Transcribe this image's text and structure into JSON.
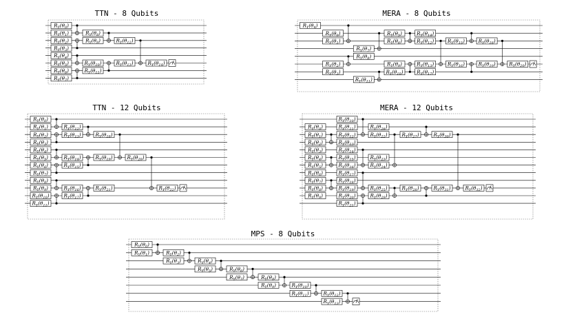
{
  "circuits": [
    {
      "id": "ttn8",
      "title": "TTN - 8 Qubits",
      "n_qubits": 8,
      "columns": [
        {
          "gates": [
            [
              0,
              "θ0"
            ],
            [
              1,
              "θ1"
            ],
            [
              2,
              "θ2"
            ],
            [
              3,
              "θ3"
            ],
            [
              4,
              "θ4"
            ],
            [
              5,
              "θ5"
            ],
            [
              6,
              "θ6"
            ],
            [
              7,
              "θ7"
            ]
          ]
        },
        {
          "cx": [
            [
              0,
              1
            ],
            [
              3,
              2
            ],
            [
              4,
              5
            ],
            [
              7,
              6
            ]
          ]
        },
        {
          "gates": [
            [
              1,
              "θ8"
            ],
            [
              2,
              "θ9"
            ],
            [
              5,
              "θ10"
            ],
            [
              6,
              "θ11"
            ]
          ]
        },
        {
          "cx": [
            [
              1,
              2
            ],
            [
              6,
              5
            ]
          ]
        },
        {
          "gates": [
            [
              2,
              "θ12"
            ],
            [
              5,
              "θ13"
            ]
          ]
        },
        {
          "cx": [
            [
              2,
              5
            ]
          ]
        },
        {
          "gates": [
            [
              5,
              "θ14"
            ]
          ]
        },
        {
          "measure": [
            5
          ]
        }
      ]
    },
    {
      "id": "mera8",
      "title": "MERA - 8 Qubits",
      "n_qubits": 8,
      "columns": [
        {
          "gates": [
            [
              0,
              "θ4"
            ]
          ]
        },
        {
          "gates": [
            [
              1,
              "θ0"
            ],
            [
              2,
              "θ1"
            ],
            [
              5,
              "θ2"
            ],
            [
              6,
              "θ3"
            ]
          ]
        },
        {
          "cx": [
            [
              0,
              2
            ],
            [
              4,
              5
            ]
          ]
        },
        {
          "gates": [
            [
              3,
              "θ7"
            ],
            [
              4,
              "θ8"
            ],
            [
              7,
              "θ11"
            ]
          ]
        },
        {
          "cx": [
            [
              1,
              3
            ],
            [
              6,
              7
            ]
          ]
        },
        {
          "gates": [
            [
              1,
              "θ5"
            ],
            [
              2,
              "θ6"
            ],
            [
              5,
              "θ9"
            ],
            [
              6,
              "θ10"
            ]
          ]
        },
        {
          "cx": [
            [
              1,
              2
            ],
            [
              6,
              5
            ]
          ]
        },
        {
          "gates": [
            [
              1,
              "θ14"
            ],
            [
              2,
              "θ12"
            ],
            [
              5,
              "θ13"
            ],
            [
              6,
              "θ17"
            ]
          ]
        },
        {
          "cx": [
            [
              2,
              5
            ]
          ]
        },
        {
          "gates": [
            [
              2,
              "θ15"
            ],
            [
              5,
              "θ16"
            ]
          ]
        },
        {
          "cx": [
            [
              1,
              2
            ],
            [
              6,
              5
            ]
          ]
        },
        {
          "gates": [
            [
              2,
              "θ18"
            ],
            [
              5,
              "θ19"
            ]
          ]
        },
        {
          "cx": [
            [
              2,
              5
            ]
          ]
        },
        {
          "gates": [
            [
              5,
              "θ20"
            ]
          ]
        },
        {
          "measure": [
            5
          ]
        }
      ]
    },
    {
      "id": "ttn12",
      "title": "TTN - 12 Qubits",
      "n_qubits": 12,
      "columns": [
        {
          "gates": [
            [
              0,
              "θ0"
            ],
            [
              1,
              "θ1"
            ],
            [
              2,
              "θ2"
            ],
            [
              3,
              "θ3"
            ],
            [
              4,
              "θ4"
            ],
            [
              5,
              "θ5"
            ],
            [
              6,
              "θ6"
            ],
            [
              7,
              "θ7"
            ],
            [
              8,
              "θ8"
            ],
            [
              9,
              "θ9"
            ],
            [
              10,
              "θ10"
            ],
            [
              11,
              "θ11"
            ]
          ]
        },
        {
          "cx": [
            [
              0,
              1
            ],
            [
              3,
              2
            ],
            [
              4,
              5
            ],
            [
              7,
              6
            ],
            [
              8,
              9
            ],
            [
              11,
              10
            ]
          ]
        },
        {
          "gates": [
            [
              1,
              "θ12"
            ],
            [
              2,
              "θ13"
            ],
            [
              5,
              "θ14"
            ],
            [
              6,
              "θ15"
            ],
            [
              9,
              "θ16"
            ],
            [
              10,
              "θ17"
            ]
          ]
        },
        {
          "cx": [
            [
              1,
              2
            ],
            [
              6,
              5
            ],
            [
              10,
              9
            ]
          ]
        },
        {
          "gates": [
            [
              2,
              "θ18"
            ],
            [
              5,
              "θ19"
            ],
            [
              9,
              "θ21"
            ]
          ]
        },
        {
          "cx": [
            [
              2,
              5
            ]
          ]
        },
        {
          "gates": [
            [
              5,
              "θ20"
            ]
          ]
        },
        {
          "cx": [
            [
              5,
              9
            ]
          ]
        },
        {
          "gates": [
            [
              9,
              "θ22"
            ]
          ]
        },
        {
          "measure": [
            9
          ]
        }
      ]
    },
    {
      "id": "mera12",
      "title": "MERA - 12 Qubits",
      "n_qubits": 12,
      "columns": [
        {
          "gates": [
            [
              1,
              "θ0"
            ],
            [
              2,
              "θ1"
            ],
            [
              3,
              "θ2"
            ],
            [
              4,
              "θ3"
            ],
            [
              5,
              "θ4"
            ],
            [
              6,
              "θ5"
            ],
            [
              7,
              "θ6"
            ],
            [
              8,
              "θ7"
            ],
            [
              9,
              "θ8"
            ],
            [
              10,
              "θ9"
            ]
          ]
        },
        {
          "cx": [
            [
              2,
              3
            ],
            [
              5,
              6
            ],
            [
              8,
              9
            ]
          ]
        },
        {
          "gates": [
            [
              0,
              "θ10"
            ],
            [
              1,
              "θ11"
            ],
            [
              2,
              "θ12"
            ],
            [
              3,
              "θ13"
            ],
            [
              4,
              "θ14"
            ],
            [
              5,
              "θ15"
            ],
            [
              6,
              "θ16"
            ],
            [
              7,
              "θ17"
            ],
            [
              8,
              "θ18"
            ],
            [
              9,
              "θ19"
            ],
            [
              10,
              "θ20"
            ],
            [
              11,
              "θ21"
            ]
          ]
        },
        {
          "cx": [
            [
              0,
              2
            ],
            [
              4,
              6
            ],
            [
              7,
              9
            ],
            [
              11,
              10
            ]
          ]
        },
        {
          "gates": [
            [
              1,
              "θ26"
            ],
            [
              2,
              "θ22"
            ],
            [
              5,
              "θ23"
            ],
            [
              6,
              "θ24"
            ],
            [
              9,
              "θ25"
            ],
            [
              10,
              "θ29"
            ]
          ]
        },
        {
          "cx": [
            [
              2,
              6
            ],
            [
              9,
              10
            ]
          ]
        },
        {
          "gates": [
            [
              2,
              "θ27"
            ],
            [
              9,
              "θ28"
            ]
          ]
        },
        {
          "cx": [
            [
              1,
              2
            ],
            [
              10,
              9
            ]
          ]
        },
        {
          "gates": [
            [
              2,
              "θ30"
            ],
            [
              9,
              "θ31"
            ]
          ]
        },
        {
          "cx": [
            [
              2,
              9
            ]
          ]
        },
        {
          "gates": [
            [
              9,
              "θ32"
            ]
          ]
        },
        {
          "measure": [
            9
          ]
        }
      ]
    },
    {
      "id": "mps8",
      "title": "MPS - 8 Qubits",
      "n_qubits": 8,
      "columns": [
        {
          "gates": [
            [
              0,
              "θ0"
            ],
            [
              1,
              "θ1"
            ]
          ]
        },
        {
          "cx": [
            [
              0,
              1
            ]
          ]
        },
        {
          "gates": [
            [
              1,
              "θ2"
            ],
            [
              2,
              "θ3"
            ]
          ]
        },
        {
          "cx": [
            [
              1,
              2
            ]
          ]
        },
        {
          "gates": [
            [
              2,
              "θ4"
            ],
            [
              3,
              "θ5"
            ]
          ]
        },
        {
          "cx": [
            [
              2,
              3
            ]
          ]
        },
        {
          "gates": [
            [
              3,
              "θ6"
            ],
            [
              4,
              "θ7"
            ]
          ]
        },
        {
          "cx": [
            [
              3,
              4
            ]
          ]
        },
        {
          "gates": [
            [
              4,
              "θ8"
            ],
            [
              5,
              "θ9"
            ]
          ]
        },
        {
          "cx": [
            [
              4,
              5
            ]
          ]
        },
        {
          "gates": [
            [
              5,
              "θ10"
            ],
            [
              6,
              "θ11"
            ]
          ]
        },
        {
          "cx": [
            [
              5,
              6
            ]
          ]
        },
        {
          "gates": [
            [
              6,
              "θ12"
            ],
            [
              7,
              "θ13"
            ]
          ]
        },
        {
          "cx": [
            [
              6,
              7
            ]
          ]
        },
        {
          "measure": [
            7
          ]
        }
      ]
    }
  ],
  "gate_prefix": "R",
  "gate_subscript": "Y"
}
